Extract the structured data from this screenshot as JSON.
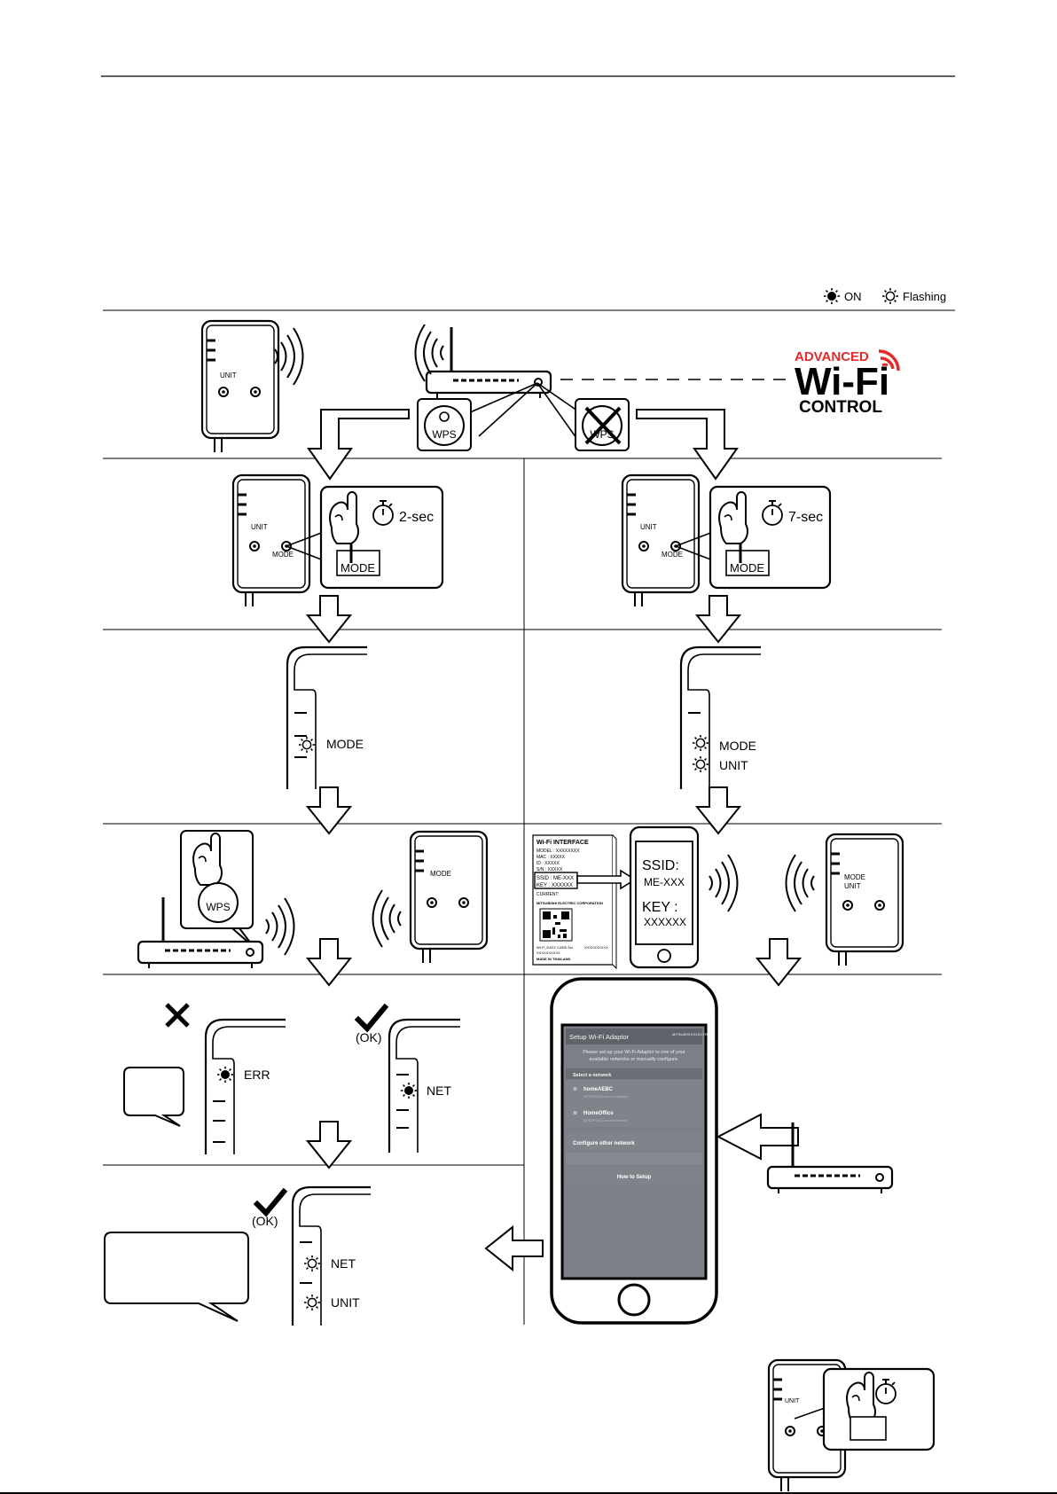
{
  "legend": {
    "on_label": "ON",
    "flashing_label": "Flashing",
    "on_icon": "led-on-icon",
    "flashing_icon": "led-flashing-icon"
  },
  "logo": {
    "advanced": "ADVANCED",
    "wifi": "Wi-Fi",
    "control": "CONTROL",
    "red": "#e42a2a"
  },
  "labels": {
    "unit": "UNIT",
    "mode": "MODE",
    "wps": "WPS",
    "err": "ERR",
    "net": "NET",
    "ok": "(OK)",
    "two_sec": "2-sec",
    "seven_sec": "7-sec"
  },
  "wifi_card": {
    "title": "Wi-Fi INTERFACE",
    "lines": [
      "MODEL : XXXXXXXX",
      "MAC    : XXXXX",
      "ID       : XXXXX",
      "S/N     : XXXXX"
    ],
    "ssid_line": "SSID : ME-XXX",
    "key_line": "KEY   : XXXXXX",
    "current": "CURRENT:",
    "maker": "MITSUBISHI ELECTRIC CORPORATION",
    "card_no": "Wi-Fi_EASY CARD No.",
    "serial": "XXXXXXXXXX",
    "serial2": "XXXXXXXXXX",
    "made_in": "MADE IN THAILAND"
  },
  "phone_small": {
    "ssid_label": "SSID:",
    "ssid_value": "ME-XXX",
    "key_label": "KEY :",
    "key_value": "XXXXXX"
  },
  "app": {
    "header": "Setup Wi-Fi Adaptor",
    "brand": "MITSUBISHI ELECTRIC",
    "intro_line1": "Please set up your Wi-Fi Adaptor to one of your",
    "intro_line2": "available networks or manually configure.",
    "select_label": "Select a network",
    "networks": [
      {
        "name": "homeAEBC",
        "sub": "WPA2/PSK(2) secured network"
      },
      {
        "name": "HomeOffice",
        "sub": "WPA2/PSK(2) secured network"
      }
    ],
    "configure_other": "Configure other network",
    "how_to": "How to Setup"
  }
}
